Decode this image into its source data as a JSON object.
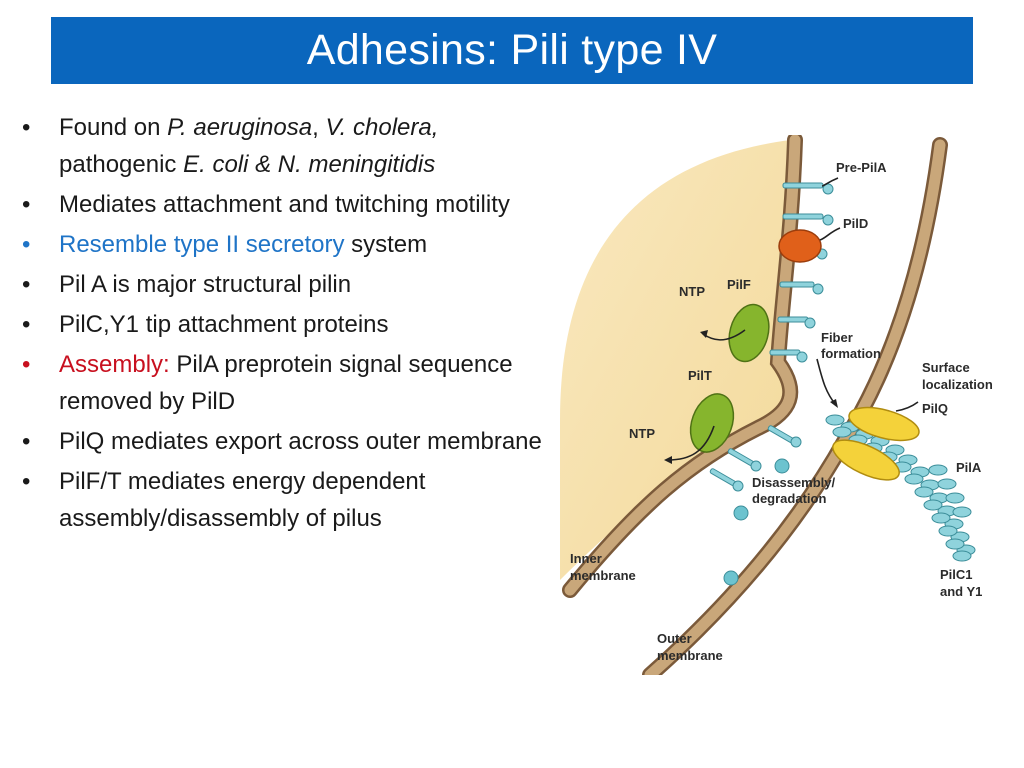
{
  "slide": {
    "title": "Adhesins: Pili type IV"
  },
  "bullets": [
    {
      "bullet": "•",
      "segments": [
        {
          "text": "Found on ",
          "italic": false
        },
        {
          "text": "P. aeruginosa",
          "italic": true
        },
        {
          "text": ", ",
          "italic": false
        },
        {
          "text": "V. cholera,",
          "italic": true
        },
        {
          "text": " pathogenic ",
          "italic": false
        },
        {
          "text": "E. coli & N. meningitidis",
          "italic": true
        }
      ]
    },
    {
      "bullet": "•",
      "segments": [
        {
          "text": "Mediates attachment and twitching motility"
        }
      ]
    },
    {
      "bullet": "•",
      "color": "blue",
      "segments": [
        {
          "text": "Resemble type II secretory",
          "color": "blue"
        },
        {
          "text": " system"
        }
      ]
    },
    {
      "bullet": "•",
      "segments": [
        {
          "text": "Pil A is major structural pilin"
        }
      ]
    },
    {
      "bullet": "•",
      "segments": [
        {
          "text": "PilC,Y1 tip attachment proteins"
        }
      ]
    },
    {
      "bullet": "•",
      "color": "red",
      "segments": [
        {
          "text": "Assembly:",
          "color": "red"
        },
        {
          "text": " PilA preprotein signal sequence removed by PilD"
        }
      ]
    },
    {
      "bullet": "•",
      "segments": [
        {
          "text": "PilQ mediates export across outer membrane"
        }
      ]
    },
    {
      "bullet": "•",
      "segments": [
        {
          "text": "PilF/T mediates energy dependent assembly/disassembly of pilus"
        }
      ]
    }
  ],
  "diagram": {
    "labels": {
      "pre_pila": "Pre-PilA",
      "pild": "PilD",
      "ntp_top": "NTP",
      "pilf": "PilF",
      "fiber_1": "Fiber",
      "fiber_2": "formation",
      "surface_1": "Surface",
      "surface_2": "localization",
      "pilq": "PilQ",
      "pilt": "PilT",
      "ntp_bottom": "NTP",
      "pila": "PilA",
      "disassembly_1": "Disassembly/",
      "disassembly_2": "degradation",
      "inner_1": "Inner",
      "inner_2": "membrane",
      "pilc1_1": "PilC1",
      "pilc1_2": "and Y1",
      "outer_1": "Outer",
      "outer_2": "membrane"
    }
  },
  "colors": {
    "title_bar": "#0a66bd",
    "blue_text": "#1f74c7",
    "red_text": "#c8101f",
    "cytoplasm": "#f7e1ab",
    "membrane": "#c9a77a",
    "membrane_edge": "#7b5a3a",
    "pilin": "#8fd3dc",
    "pilf_pilt": "#86b52d",
    "pild": "#e0601a",
    "pilq": "#f4d23a"
  }
}
